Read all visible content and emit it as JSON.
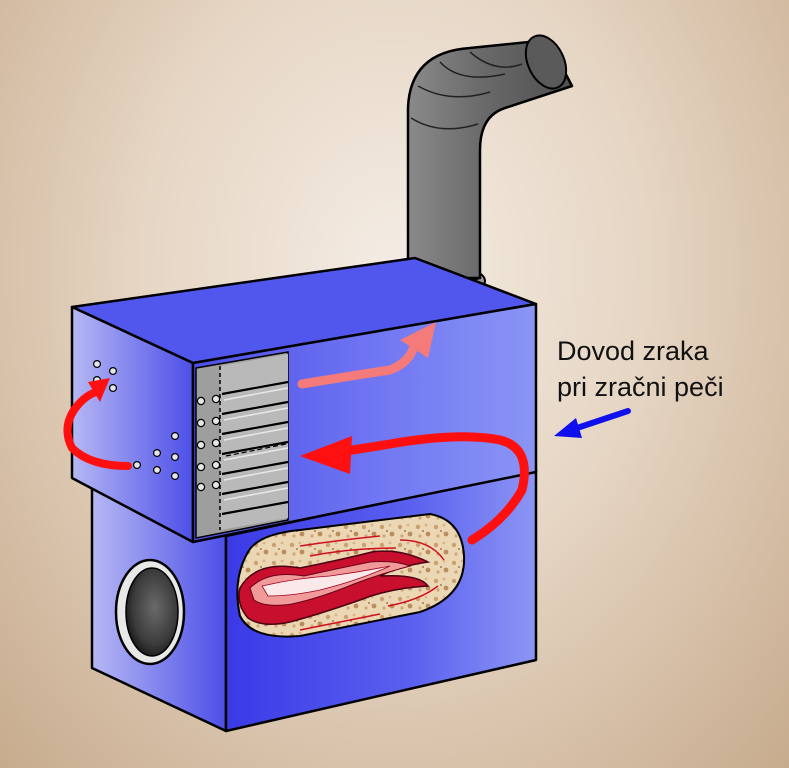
{
  "caption": {
    "line1": "Dovod zraka",
    "line2": "pri zračni peči"
  },
  "colors": {
    "stove_body": "#4c4ef0",
    "stove_top": "#4f54ec",
    "stove_face": "#3f40e8",
    "outline": "#000000",
    "hot_air_arrow": "#ff1010",
    "warm_air_arrow": "#f57a7a",
    "cold_air_arrow": "#1010ee",
    "chimney": "#707070",
    "fire": "#c8102e",
    "ember_bed": "#e8d0a8"
  },
  "icons": [
    "chimney-pipe",
    "air-flow-arrow",
    "fire-flames",
    "vent-holes",
    "heat-exchanger-fins",
    "air-inlet-opening"
  ]
}
